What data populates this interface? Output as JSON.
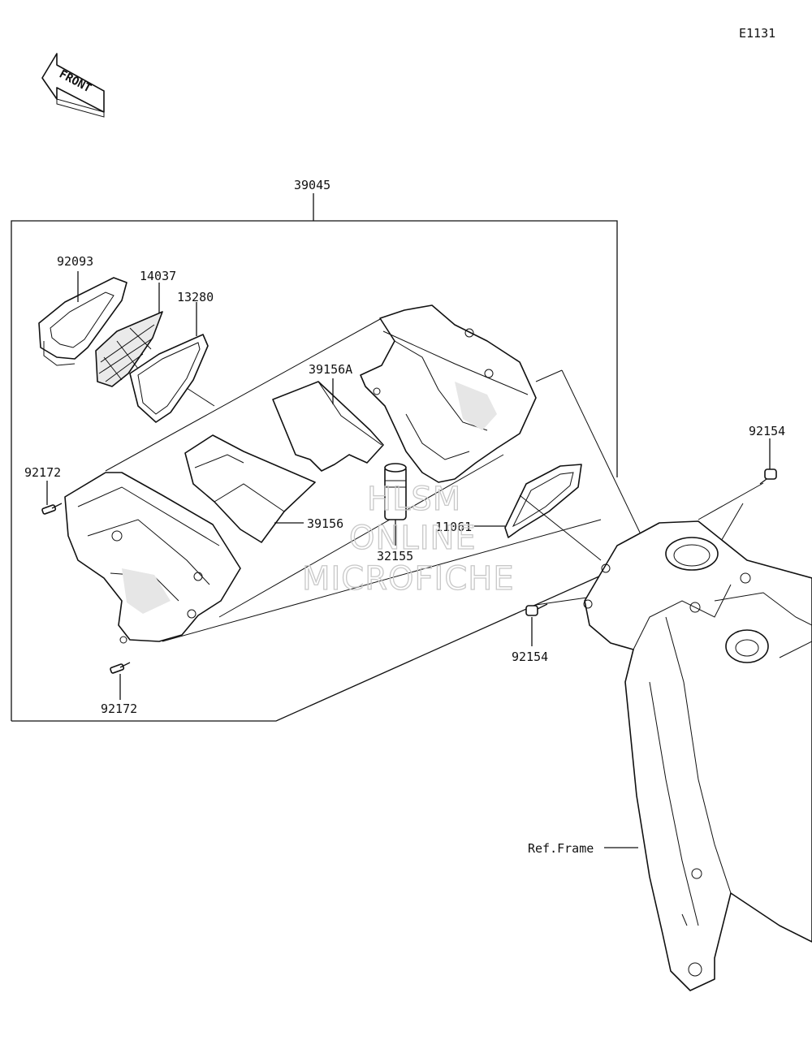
{
  "diagram_code": "E1131",
  "front_label": "FRONT",
  "parts": {
    "assembly": "39045",
    "p92093": "92093",
    "p14037": "14037",
    "p13280": "13280",
    "p39156A": "39156A",
    "p39156": "39156",
    "p32155": "32155",
    "p11061": "11061",
    "p92154_top": "92154",
    "p92154_mid": "92154",
    "p92172_top": "92172",
    "p92172_bottom": "92172",
    "ref_frame": "Ref.Frame"
  },
  "watermark": {
    "line1": "HLSM",
    "line2": "ONLINE",
    "line3": "MICROFICHE"
  }
}
